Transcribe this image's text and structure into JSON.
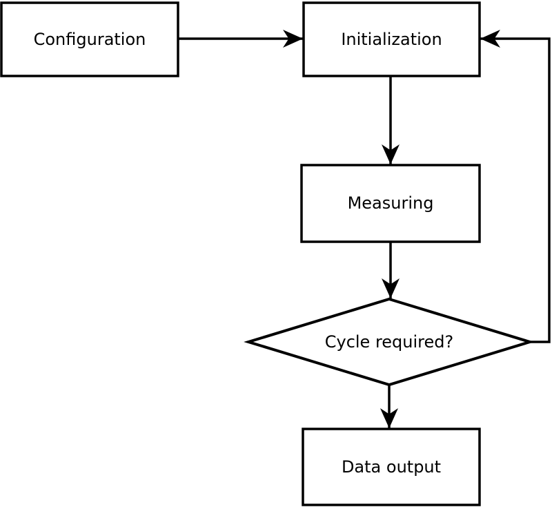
{
  "diagram": {
    "type": "flowchart",
    "colors": {
      "stroke": "#000000",
      "node_fill": "#ffffff",
      "background": "#ffffff",
      "text": "#000000"
    },
    "nodes": {
      "configuration": {
        "label": "Configuration",
        "shape": "rectangle"
      },
      "initialization": {
        "label": "Initialization",
        "shape": "rectangle"
      },
      "measuring": {
        "label": "Measuring",
        "shape": "rectangle"
      },
      "cycle_required": {
        "label": "Cycle required?",
        "shape": "diamond"
      },
      "data_output": {
        "label": "Data output",
        "shape": "rectangle"
      }
    },
    "edges": [
      {
        "from": "configuration",
        "to": "initialization",
        "style": "arrow"
      },
      {
        "from": "initialization",
        "to": "measuring",
        "style": "arrow"
      },
      {
        "from": "measuring",
        "to": "cycle_required",
        "style": "arrow"
      },
      {
        "from": "cycle_required",
        "to": "data_output",
        "style": "arrow"
      },
      {
        "from": "cycle_required",
        "to": "initialization",
        "style": "arrow",
        "route": "right-side-loop"
      }
    ]
  }
}
